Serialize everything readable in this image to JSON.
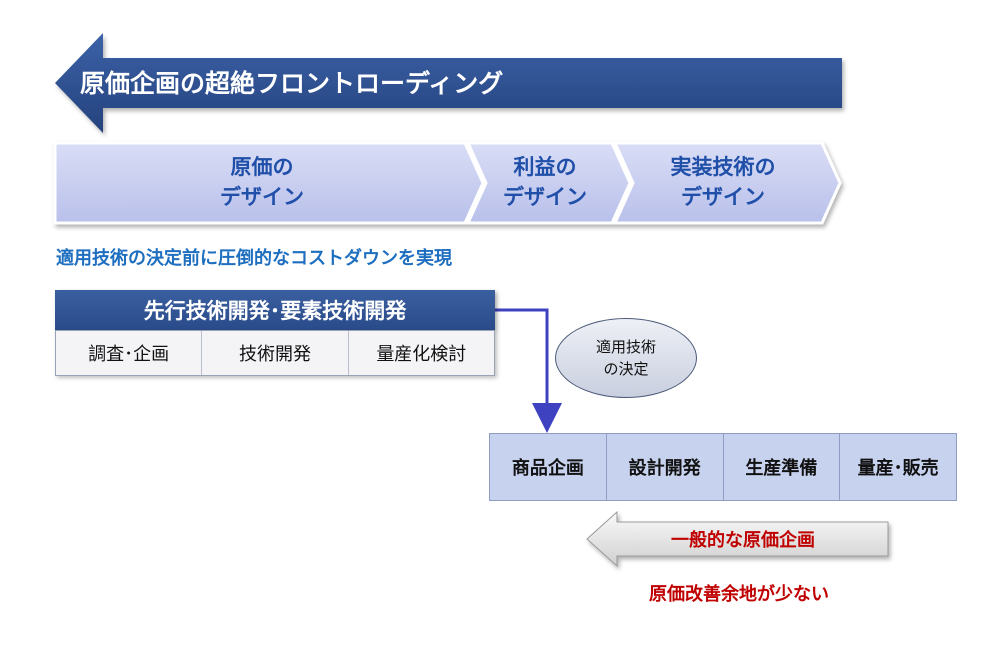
{
  "banner": {
    "title": "原価企画の超絶フロントローディング"
  },
  "design_phases": [
    {
      "line1": "原価の",
      "line2": "デザイン"
    },
    {
      "line1": "利益の",
      "line2": "デザイン"
    },
    {
      "line1": "実装技術の",
      "line2": "デザイン"
    }
  ],
  "subtitle": "適用技術の決定前に圧倒的なコストダウンを実現",
  "advanced_dev": {
    "header": "先行技術開発･要素技術開発",
    "cells": [
      "調査･企画",
      "技術開発",
      "量産化検討"
    ]
  },
  "bubble": {
    "line1": "適用技術",
    "line2": "の決定"
  },
  "process": {
    "cells": [
      "商品企画",
      "設計開発",
      "生産準備",
      "量産･販売"
    ]
  },
  "general_arrow": {
    "label": "一般的な原価企画"
  },
  "note": "原価改善余地が少ない",
  "colors": {
    "banner": "#2e4f8f",
    "phase_fill": "#c9cff0",
    "process_fill": "#c7d2ee",
    "connector": "#3f42c0",
    "subtitle": "#1f6fc0",
    "warning": "#c00000"
  }
}
